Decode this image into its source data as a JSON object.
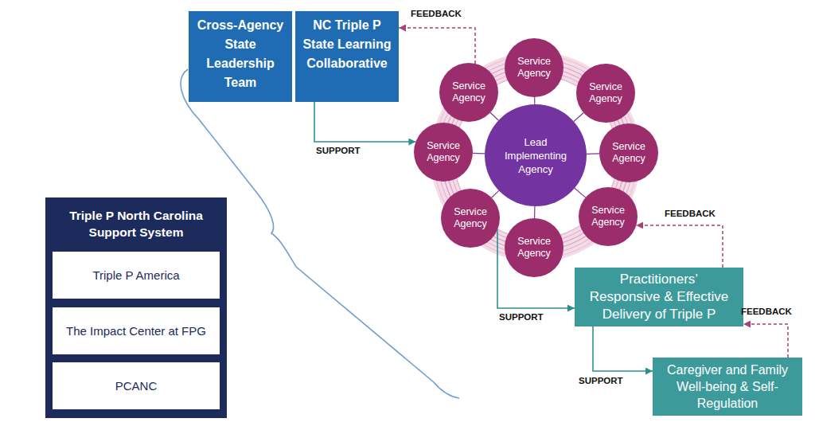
{
  "diagram": {
    "nodes": [
      {
        "text": [
          "Cross-Agency State Leadership Team"
        ]
      },
      {
        "text": [
          "NC Triple P State Learning Collaborative"
        ]
      },
      {
        "text": [
          "Lead Implementing Agency"
        ]
      },
      {
        "text": [
          "Service Agency"
        ]
      },
      {
        "text": [
          "Service Agency"
        ]
      },
      {
        "text": [
          "Service Agency"
        ]
      },
      {
        "text": [
          "Service Agency"
        ]
      },
      {
        "text": [
          "Service Agency"
        ]
      },
      {
        "text": [
          "Service Agency"
        ]
      },
      {
        "text": [
          "Service Agency"
        ]
      },
      {
        "text": [
          "Service Agency"
        ]
      },
      {
        "text": [
          "Practitioners’ Responsive & Effective Delivery of Triple P"
        ]
      },
      {
        "text": [
          "Caregiver and Family Well-being & Self-Regulation"
        ]
      },
      {
        "text": [
          "Triple P North Carolina Support System"
        ]
      },
      {
        "text": [
          "Triple P America"
        ],
        "in": 13
      },
      {
        "text": [
          "The Impact Center at FPG"
        ],
        "in": 13
      },
      {
        "text": [
          "PCANC"
        ],
        "in": 13
      }
    ],
    "edges": [
      {
        "from": 2,
        "to": 3,
        "arrow": "none"
      },
      {
        "from": 2,
        "to": 4,
        "arrow": "none"
      },
      {
        "from": 2,
        "to": 5,
        "arrow": "none"
      },
      {
        "from": 2,
        "to": 6,
        "arrow": "none"
      },
      {
        "from": 2,
        "to": 7,
        "arrow": "none"
      },
      {
        "from": 2,
        "to": 8,
        "arrow": "none"
      },
      {
        "from": 2,
        "to": 9,
        "arrow": "none"
      },
      {
        "from": 2,
        "to": 10,
        "arrow": "none"
      },
      {
        "from": 1,
        "to": 9,
        "label": "SUPPORT",
        "arrow": "to"
      },
      {
        "from": 10,
        "to": 1,
        "label": "FEEDBACK",
        "arrow": "to"
      },
      {
        "from": 8,
        "to": 11,
        "label": "SUPPORT",
        "arrow": "to"
      },
      {
        "from": 11,
        "to": 6,
        "label": "FEEDBACK",
        "arrow": "to"
      },
      {
        "from": 11,
        "to": 12,
        "label": "SUPPORT",
        "arrow": "to"
      },
      {
        "from": 12,
        "to": 11,
        "label": "FEEDBACK",
        "arrow": "to"
      }
    ]
  }
}
